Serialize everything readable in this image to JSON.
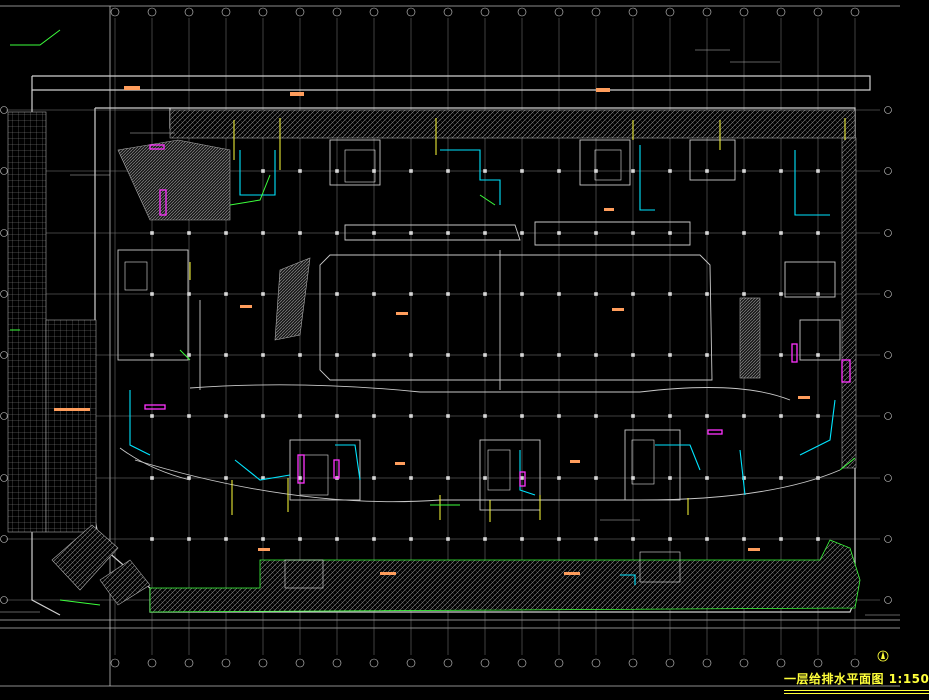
{
  "drawing": {
    "title": "一层给排水平面图 1:150"
  },
  "colors": {
    "background": "#000000",
    "grid": "#8c8c8c",
    "wall": "#c8c8c8",
    "supply": "#00e5ff",
    "drain": "#ffff3a",
    "green": "#3cff3c",
    "magenta": "#ff33ff",
    "hatch": "#9a9a9a",
    "label": "#ff9d5c",
    "title": "#ffff3a"
  },
  "axes": {
    "top_bubbles": 21,
    "bottom_bubbles": 21,
    "left_bubbles": 9,
    "right_bubbles": 9
  }
}
